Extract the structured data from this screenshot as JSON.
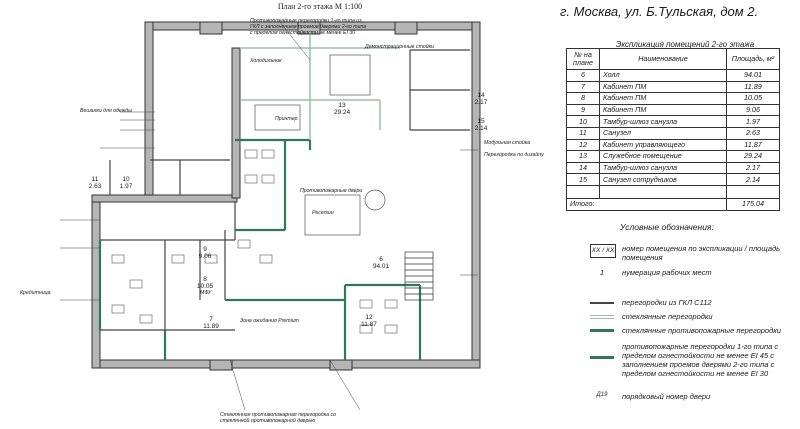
{
  "plan_title": "План 2-го этажа М 1:100",
  "address": "г. Москва, ул. Б.Тульская, дом 2.",
  "explication": {
    "title": "Экспликация помещений 2-го этажа",
    "headers": {
      "num": "№ на плане",
      "name": "Наименование",
      "area": "Площадь, м²"
    },
    "rows": [
      {
        "num": "6",
        "name": "Холл",
        "area": "94.01"
      },
      {
        "num": "7",
        "name": "Кабинет ПМ",
        "area": "11.89"
      },
      {
        "num": "8",
        "name": "Кабинет ПМ",
        "area": "10.05"
      },
      {
        "num": "9",
        "name": "Кабинет ПМ",
        "area": "9.06"
      },
      {
        "num": "10",
        "name": "Тамбур-шлюз санузла",
        "area": "1.97"
      },
      {
        "num": "11",
        "name": "Санузел",
        "area": "2.63"
      },
      {
        "num": "12",
        "name": "Кабинет управляющего",
        "area": "11.87"
      },
      {
        "num": "13",
        "name": "Служебное помещение",
        "area": "29.24"
      },
      {
        "num": "14",
        "name": "Тамбур-шлюз санузла",
        "area": "2.17"
      },
      {
        "num": "15",
        "name": "Санузел сотрудников",
        "area": "2.14"
      }
    ],
    "total_label": "Итого:",
    "total_value": "175.04"
  },
  "legend": {
    "title": "Условные обозначения:",
    "items": [
      {
        "symbol": "XX / XX",
        "text": "номер помещения по экспликации / площадь помещения"
      },
      {
        "symbol": "1",
        "text": "нумерация рабочих мест"
      },
      {
        "symbol": "",
        "text": "перегородки из ГКЛ С112",
        "color": "#444444"
      },
      {
        "symbol": "",
        "text": "стеклянные перегородки",
        "color": "#9ac0a8"
      },
      {
        "symbol": "",
        "text": "стеклянные противопожарные перегородки",
        "color": "#2f7a55"
      },
      {
        "symbol": "",
        "text": "противопожарные перегородки 1-го типа с пределом огнестойкости не менее EI 45 с заполнением проемов дверями 2-го типа с пределом огнестойкости не менее EI 30",
        "color": "#2f7a55"
      },
      {
        "symbol": "Д19",
        "text": "порядковый номер двери"
      }
    ]
  },
  "rooms": [
    {
      "num": "11",
      "area": "2.63"
    },
    {
      "num": "10",
      "area": "1.97"
    },
    {
      "num": "13",
      "area": "29.24"
    },
    {
      "num": "14",
      "area": "2.17"
    },
    {
      "num": "15",
      "area": "2.14"
    },
    {
      "num": "9",
      "area": "9.06"
    },
    {
      "num": "8",
      "area": "10.05"
    },
    {
      "num": "7",
      "area": "11.89"
    },
    {
      "num": "6",
      "area": "94.01"
    },
    {
      "num": "12",
      "area": "11.87"
    }
  ],
  "notes": [
    "Противопожарные перегородки 1-го типа из ГКЛ с заполнением проемов дверями 2-го типа с пределом огнестойкости не менее EI 30",
    "Холодильник",
    "Демонстрационные стойки",
    "Принтер",
    "Вешалки для одежды",
    "Модульная стойка",
    "Перегородка по дизайну",
    "Ресепшн",
    "Противопожарные двери",
    "Зона ожидания Premium",
    "Кредитница",
    "МФУ",
    "Стеклянная противопожарная перегородка со стеклянной противопожарной дверью"
  ],
  "colors": {
    "wall": "#333333",
    "fire_glass": "#2f7a55",
    "glass": "#9ac0a8",
    "wall_fill": "#b5b5b5"
  }
}
